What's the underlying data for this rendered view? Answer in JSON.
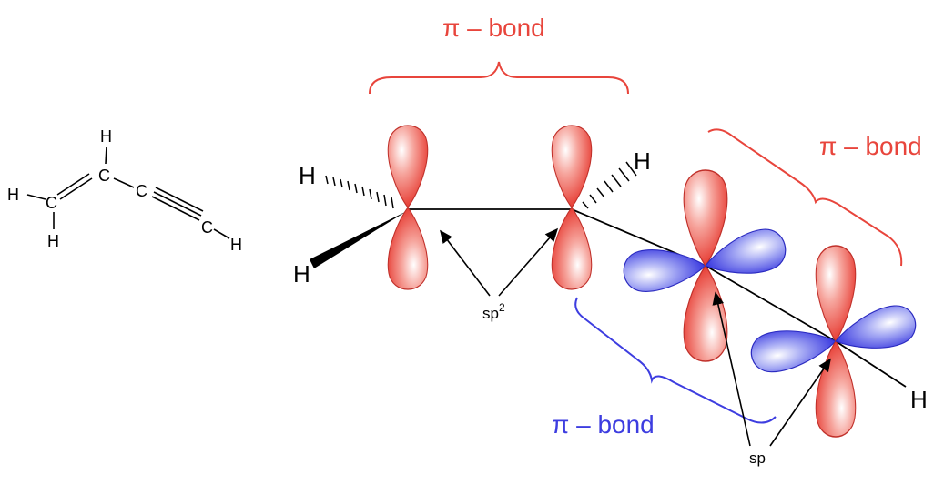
{
  "labels": {
    "pi_bond_top": "π – bond",
    "pi_bond_right": "π – bond",
    "pi_bond_blue": "π – bond",
    "sp2": "sp",
    "sp2_superscript": "2",
    "sp": "sp"
  },
  "atoms": {
    "h": "H",
    "c": "C"
  },
  "colors": {
    "red_lobe": "#e8453c",
    "blue_lobe": "#3d3de0",
    "red_text": "#e8453c",
    "blue_text": "#3d3de0"
  }
}
